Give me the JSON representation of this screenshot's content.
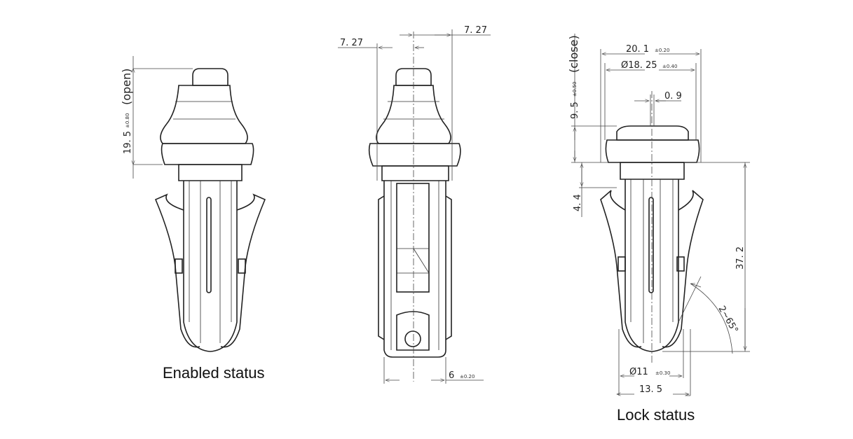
{
  "labels": {
    "enabled": "Enabled status",
    "lock": "Lock status"
  },
  "left_view": {
    "dim": "19. 5",
    "tol": "±0.80",
    "state": "(open)"
  },
  "middle_view": {
    "dim_left": "7. 27",
    "dim_right": "7. 27",
    "dim_bottom": "6",
    "tol_bottom": "±0.20"
  },
  "right_view": {
    "state": "(close)",
    "width_outer": "20. 1",
    "width_outer_tol": "±0.20",
    "dia_flange": "Ø18. 25",
    "dia_flange_tol": "±0.40",
    "slot": "0. 9",
    "height_close": "9. 5",
    "height_close_tol": "±0.50",
    "neck": "4. 4",
    "length": "37. 2",
    "angle": "2~65°",
    "dia_tip": "Ø11",
    "dia_tip_tol": "±0.30",
    "width_arms": "13. 5"
  }
}
